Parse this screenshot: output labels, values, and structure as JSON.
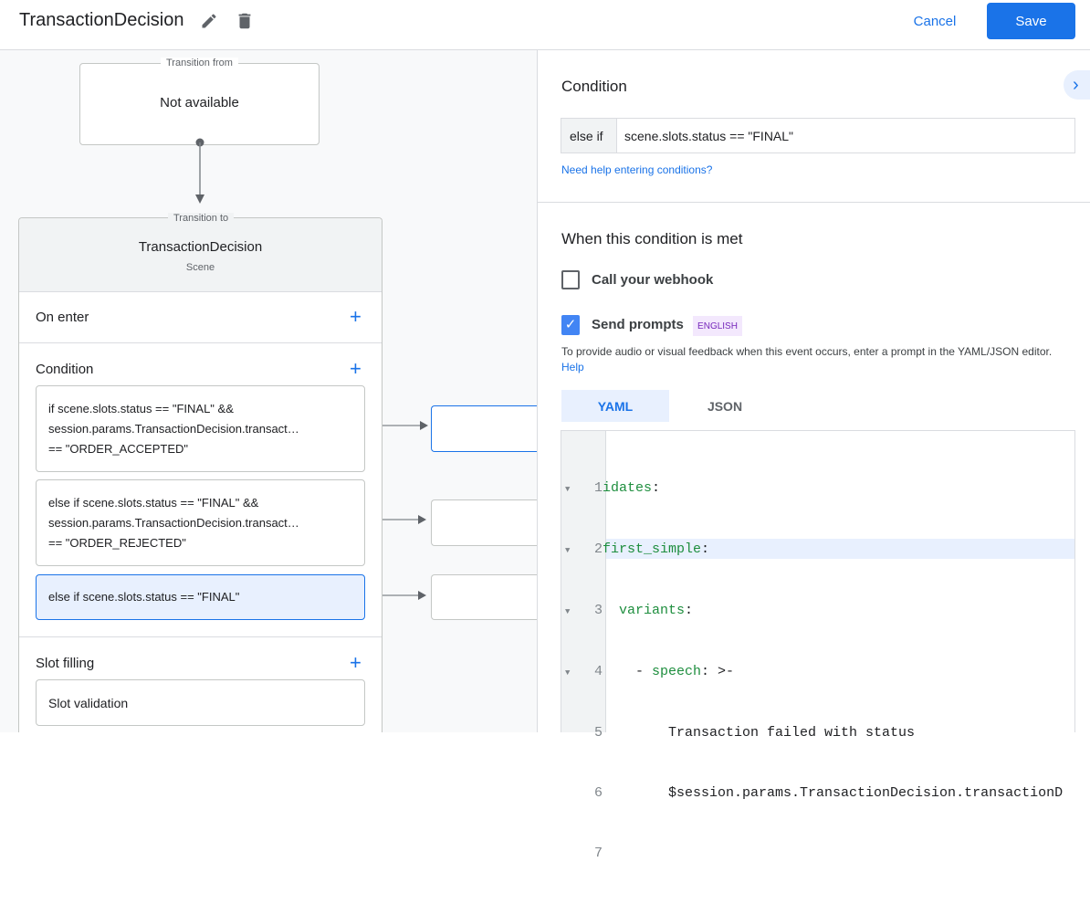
{
  "header": {
    "title": "TransactionDecision",
    "cancel_label": "Cancel",
    "save_label": "Save"
  },
  "canvas": {
    "transition_from": {
      "legend": "Transition from",
      "value": "Not available"
    },
    "scene": {
      "legend": "Transition to",
      "name": "TransactionDecision",
      "type": "Scene",
      "on_enter_label": "On enter",
      "condition_label": "Condition",
      "slot_filling_label": "Slot filling",
      "conditions": [
        {
          "lines": [
            "if scene.slots.status == \"FINAL\" &&",
            "session.params.TransactionDecision.transact…",
            "== \"ORDER_ACCEPTED\""
          ]
        },
        {
          "lines": [
            "else if scene.slots.status == \"FINAL\" &&",
            "session.params.TransactionDecision.transact…",
            "== \"ORDER_REJECTED\""
          ]
        },
        {
          "lines": [
            "else if scene.slots.status == \"FINAL\""
          ]
        }
      ],
      "slot_validation_label": "Slot validation"
    }
  },
  "panel": {
    "condition_title": "Condition",
    "condition_prefix": "else if",
    "condition_value": "scene.slots.status == \"FINAL\"",
    "help_link": "Need help entering conditions?",
    "met_title": "When this condition is met",
    "webhook_label": "Call your webhook",
    "webhook_checked": false,
    "prompts_label": "Send prompts",
    "prompts_checked": true,
    "language_badge": "ENGLISH",
    "info_text": "To provide audio or visual feedback when this event occurs, enter a prompt in the YAML/JSON editor.",
    "info_help": "Help",
    "tabs": [
      {
        "label": "YAML",
        "active": true
      },
      {
        "label": "JSON",
        "active": false
      }
    ],
    "editor": {
      "lines": [
        {
          "n": "1",
          "key": "idates",
          "rest": ":",
          "indent": ""
        },
        {
          "n": "2",
          "key": "first_simple",
          "rest": ":",
          "indent": ""
        },
        {
          "n": "3",
          "key": "variants",
          "rest": ":",
          "indent": "  "
        },
        {
          "n": "4",
          "key": "speech",
          "rest": ": >-",
          "indent": "    - "
        },
        {
          "n": "5",
          "text": "        Transaction failed with status"
        },
        {
          "n": "6",
          "text": "        $session.params.TransactionDecision.transactionD"
        },
        {
          "n": "7",
          "text": ""
        }
      ],
      "highlighted_line": "6"
    }
  },
  "colors": {
    "accent": "#1a73e8",
    "badge_bg": "#f3e8fd",
    "badge_text": "#7627bb",
    "yaml_key": "#1e8e3e"
  }
}
